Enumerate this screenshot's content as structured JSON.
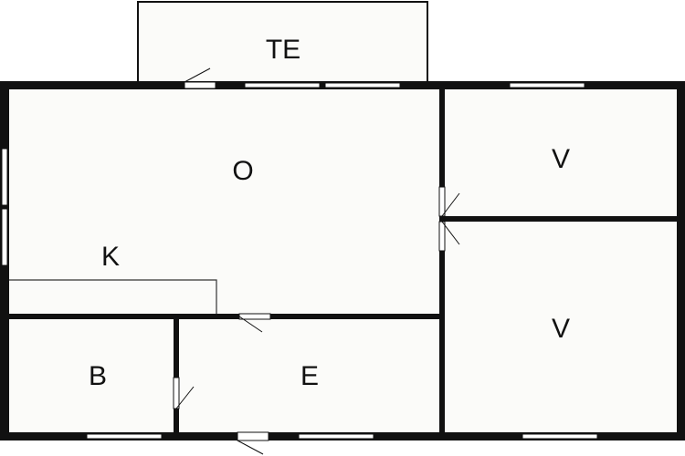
{
  "floorplan": {
    "rooms": {
      "terrace": "TE",
      "living": "O",
      "kitchen": "K",
      "bedroom_top": "V",
      "bedroom_bottom": "V",
      "bathroom": "B",
      "entrance": "E"
    },
    "colors": {
      "wall": "#111111",
      "floor": "#fbfbf9",
      "background": "#ffffff"
    }
  }
}
